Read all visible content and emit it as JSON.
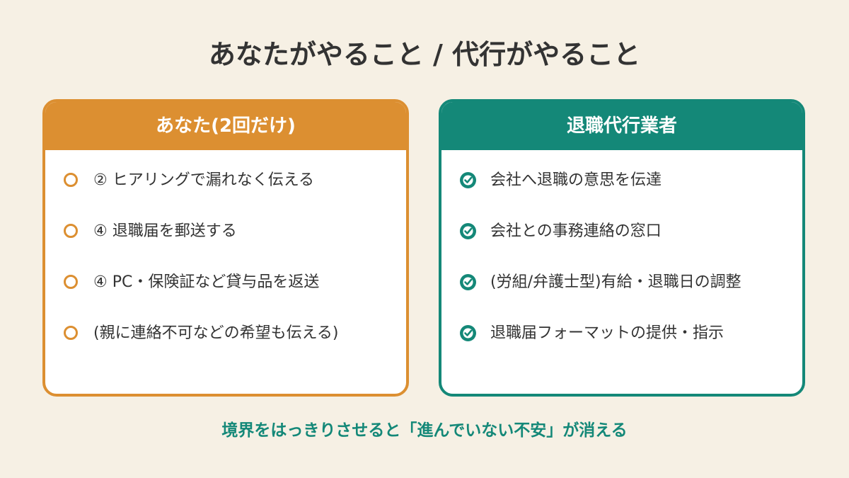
{
  "title": "あなたがやること / 代行がやること",
  "you_card": {
    "header": "あなた(2回だけ)",
    "items": [
      "② ヒアリングで漏れなく伝える",
      "④ 退職届を郵送する",
      "④ PC・保険証など貸与品を返送",
      "(親に連絡不可などの希望も伝える)"
    ]
  },
  "agent_card": {
    "header": "退職代行業者",
    "items": [
      "会社へ退職の意思を伝達",
      "会社との事務連絡の窓口",
      "(労組/弁護士型)有給・退職日の調整",
      "退職届フォーマットの提供・指示"
    ]
  },
  "footer": "境界をはっきりさせると「進んでいない不安」が消える",
  "colors": {
    "accent_orange": "#dc8f31",
    "accent_teal": "#148878",
    "background": "#f6f0e4"
  },
  "icons": {
    "you_bullet": "ring-icon",
    "agent_bullet": "check-circle-icon"
  }
}
